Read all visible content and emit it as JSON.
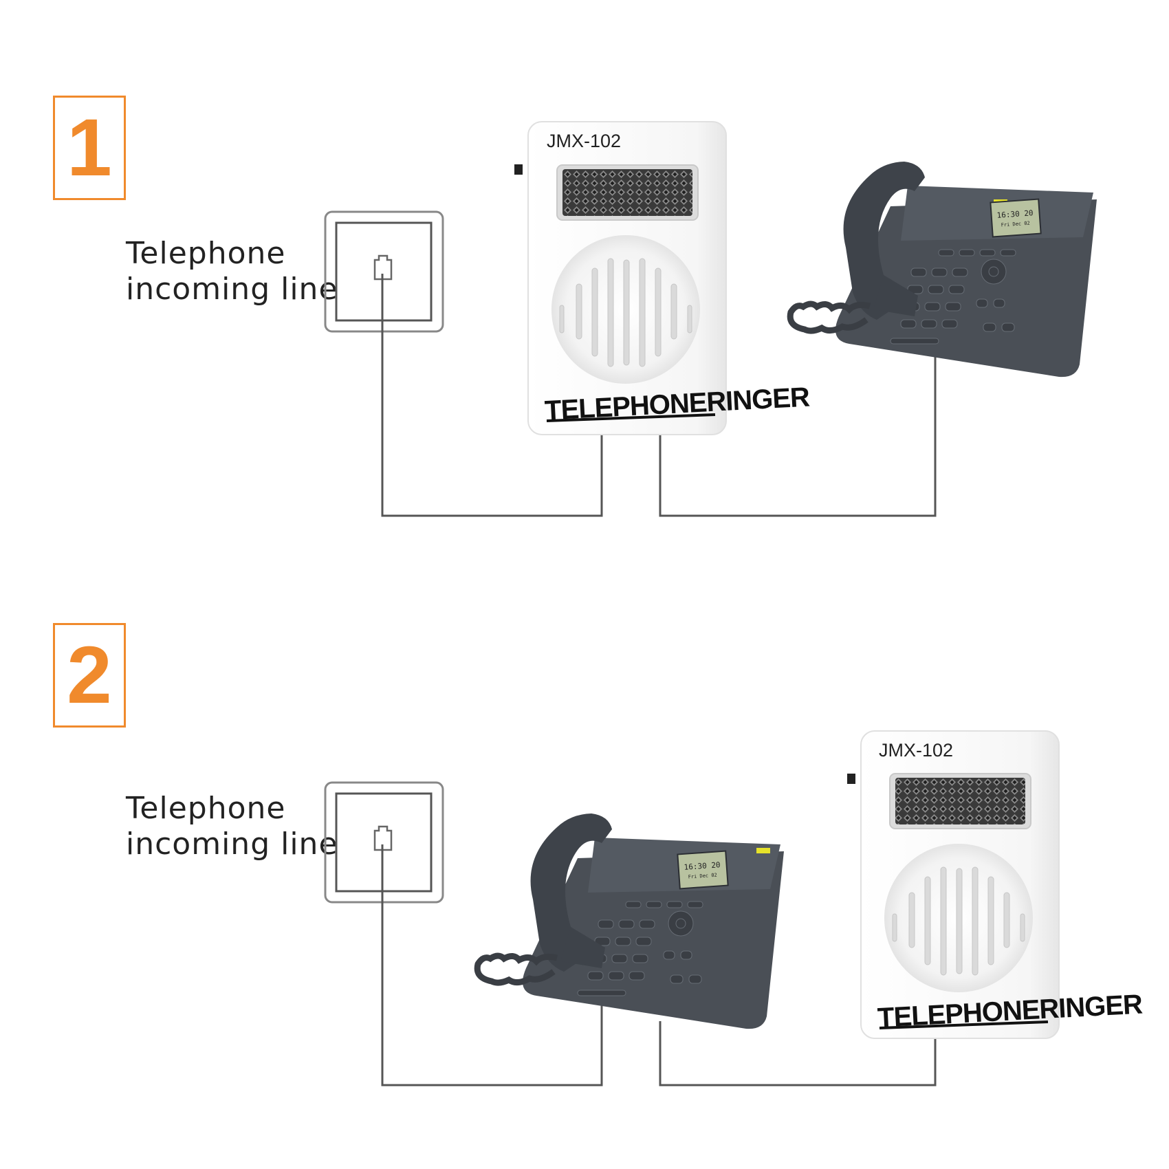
{
  "steps": [
    {
      "number": "1",
      "label_line1": "Telephone",
      "label_line2": "incoming line",
      "ringer_model": "JMX-102",
      "ringer_brand": "TELEPHONERINGER",
      "phone_time": "16:30 20",
      "phone_date": "Fri Dec 02"
    },
    {
      "number": "2",
      "label_line1": "Telephone",
      "label_line2": "incoming line",
      "ringer_model": "JMX-102",
      "ringer_brand": "TELEPHONERINGER",
      "phone_time": "16:30 20",
      "phone_date": "Fri Dec 02"
    }
  ],
  "colors": {
    "accent": "#f08a2c",
    "wire": "#555555",
    "phone_body": "#4a4f56",
    "ringer_body": "#ffffff"
  }
}
